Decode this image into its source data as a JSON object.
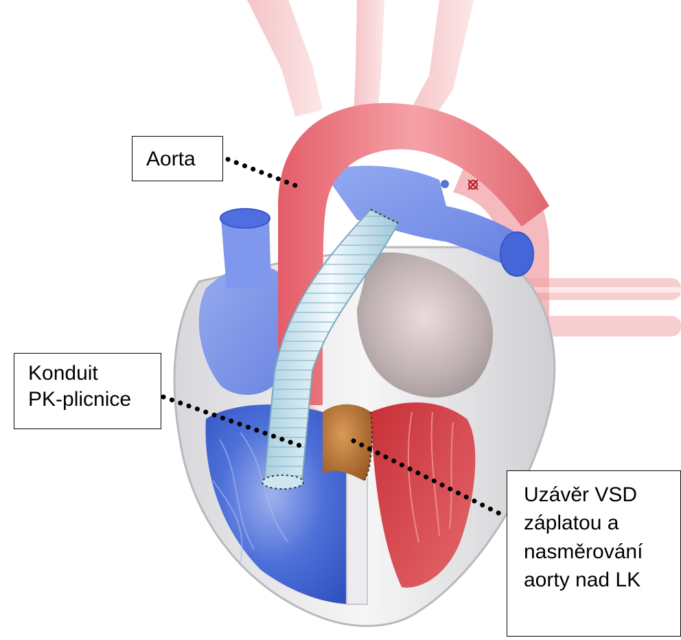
{
  "labels": {
    "aorta": "Aorta",
    "conduit": [
      "Konduit",
      "PK-plicnice"
    ],
    "vsd_closure": [
      "Uzávěr VSD",
      "záplatou a",
      "nasměrování",
      "aorty nad LK"
    ]
  },
  "colors": {
    "aorta": "#e9727a",
    "pulmonary": "#6e87e8",
    "right_ventricle": "#4f72d6",
    "left_ventricle": "#d7444a",
    "conduit": "#d7ecf5",
    "patch": "#b8712f",
    "wall": "#e4e4e6"
  }
}
